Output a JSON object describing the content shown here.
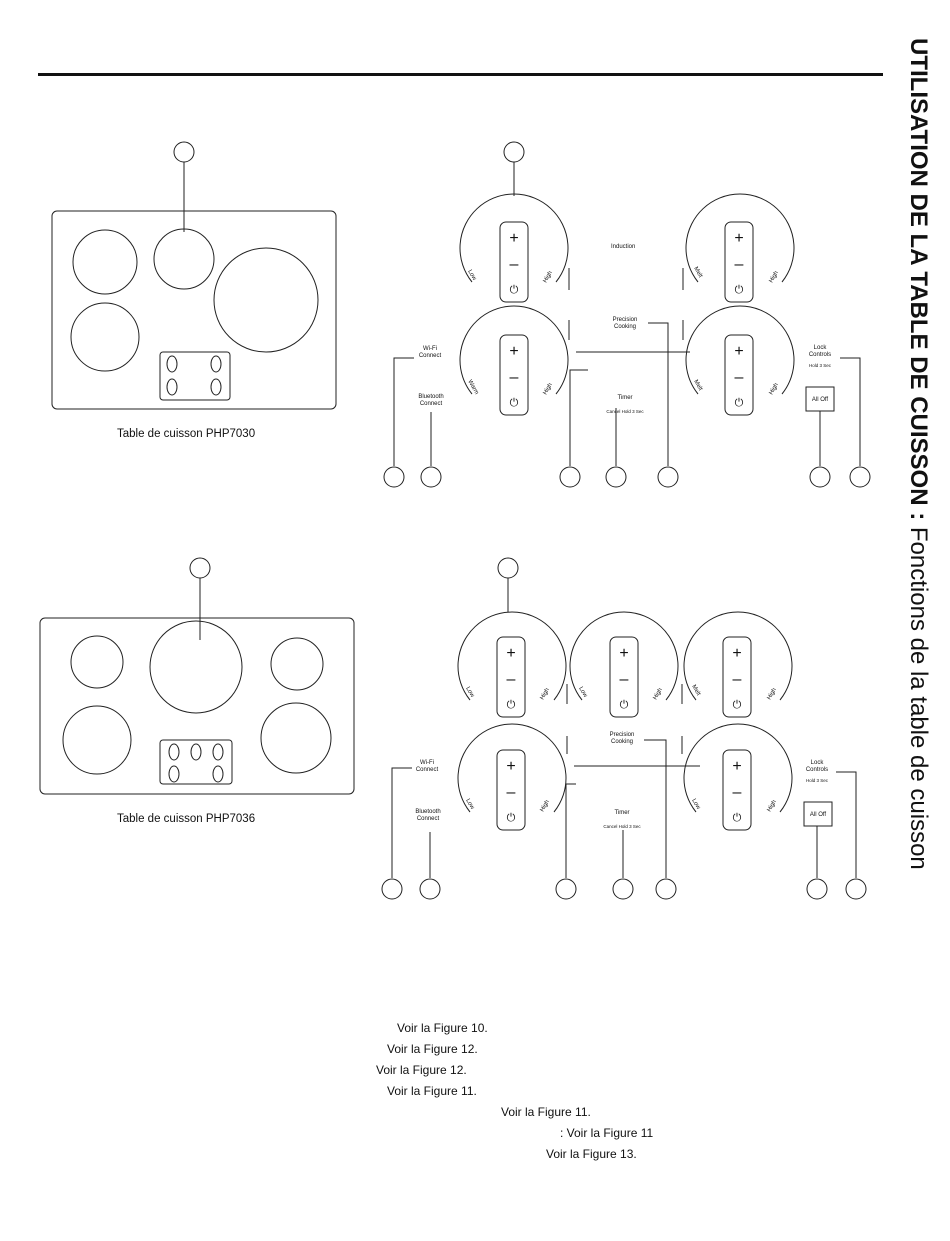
{
  "sidebar": {
    "title_bold": "UTILISATION DE LA TABLE DE CUISSON :",
    "title_regular": " Fonctions de la table de cuisson"
  },
  "cooktops": [
    {
      "caption": "Table de cuisson PHP7030"
    },
    {
      "caption": "Table de cuisson PHP7036"
    }
  ],
  "panel_labels": {
    "induction": "Induction",
    "low": "Low",
    "high": "High",
    "melt": "Melt",
    "warm": "Warm",
    "plus": "+",
    "minus": "–",
    "power": "⏻",
    "wifi_1": "Wi-Fi",
    "wifi_2": "Connect",
    "bt_1": "Bluetooth",
    "bt_2": "Connect",
    "precision_1": "Precision",
    "precision_2": "Cooking",
    "timer": "Timer",
    "timer_sub": "Cancel Hold 3 Sec",
    "lock_1": "Lock",
    "lock_2": "Controls",
    "lock_sub": "Hold 3 Sec",
    "all_off": "All Off"
  },
  "references": [
    "Voir la Figure 10.",
    "Voir la Figure 12.",
    "Voir la Figure 12.",
    "Voir la Figure 11.",
    "Voir la Figure 11.",
    ": Voir la Figure 11",
    "Voir la Figure 13."
  ]
}
